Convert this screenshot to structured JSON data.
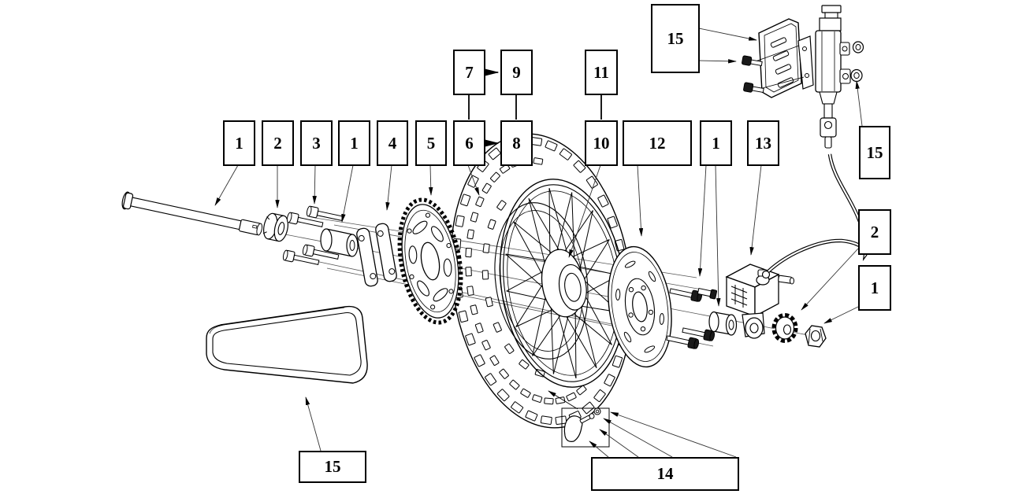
{
  "figure": {
    "background_color": "#ffffff",
    "line_color": "#000000"
  },
  "callouts": [
    {
      "name": "rear-axle",
      "label": "1"
    },
    {
      "name": "axle-adjuster-collar",
      "label": "2"
    },
    {
      "name": "sprocket-bolts",
      "label": "3"
    },
    {
      "name": "wheel-spacer-left",
      "label": "1"
    },
    {
      "name": "sprocket-carrier",
      "label": "4"
    },
    {
      "name": "rear-sprocket",
      "label": "5"
    },
    {
      "name": "tire",
      "label": "6"
    },
    {
      "name": "inner-tube",
      "label": "8"
    },
    {
      "name": "tire-linked",
      "label": "7"
    },
    {
      "name": "tube-linked",
      "label": "9"
    },
    {
      "name": "rim-linked",
      "label": "11"
    },
    {
      "name": "rear-wheel",
      "label": "10"
    },
    {
      "name": "brake-disc",
      "label": "12"
    },
    {
      "name": "disc-bolts",
      "label": "1"
    },
    {
      "name": "brake-caliper",
      "label": "13"
    },
    {
      "name": "caliper-guard",
      "label": "15"
    },
    {
      "name": "master-cylinder-nuts",
      "label": "15"
    },
    {
      "name": "adjuster-cam",
      "label": "2"
    },
    {
      "name": "axle-nut",
      "label": "1"
    },
    {
      "name": "drive-chain",
      "label": "15"
    },
    {
      "name": "rim-lock-kit",
      "label": "14"
    }
  ]
}
